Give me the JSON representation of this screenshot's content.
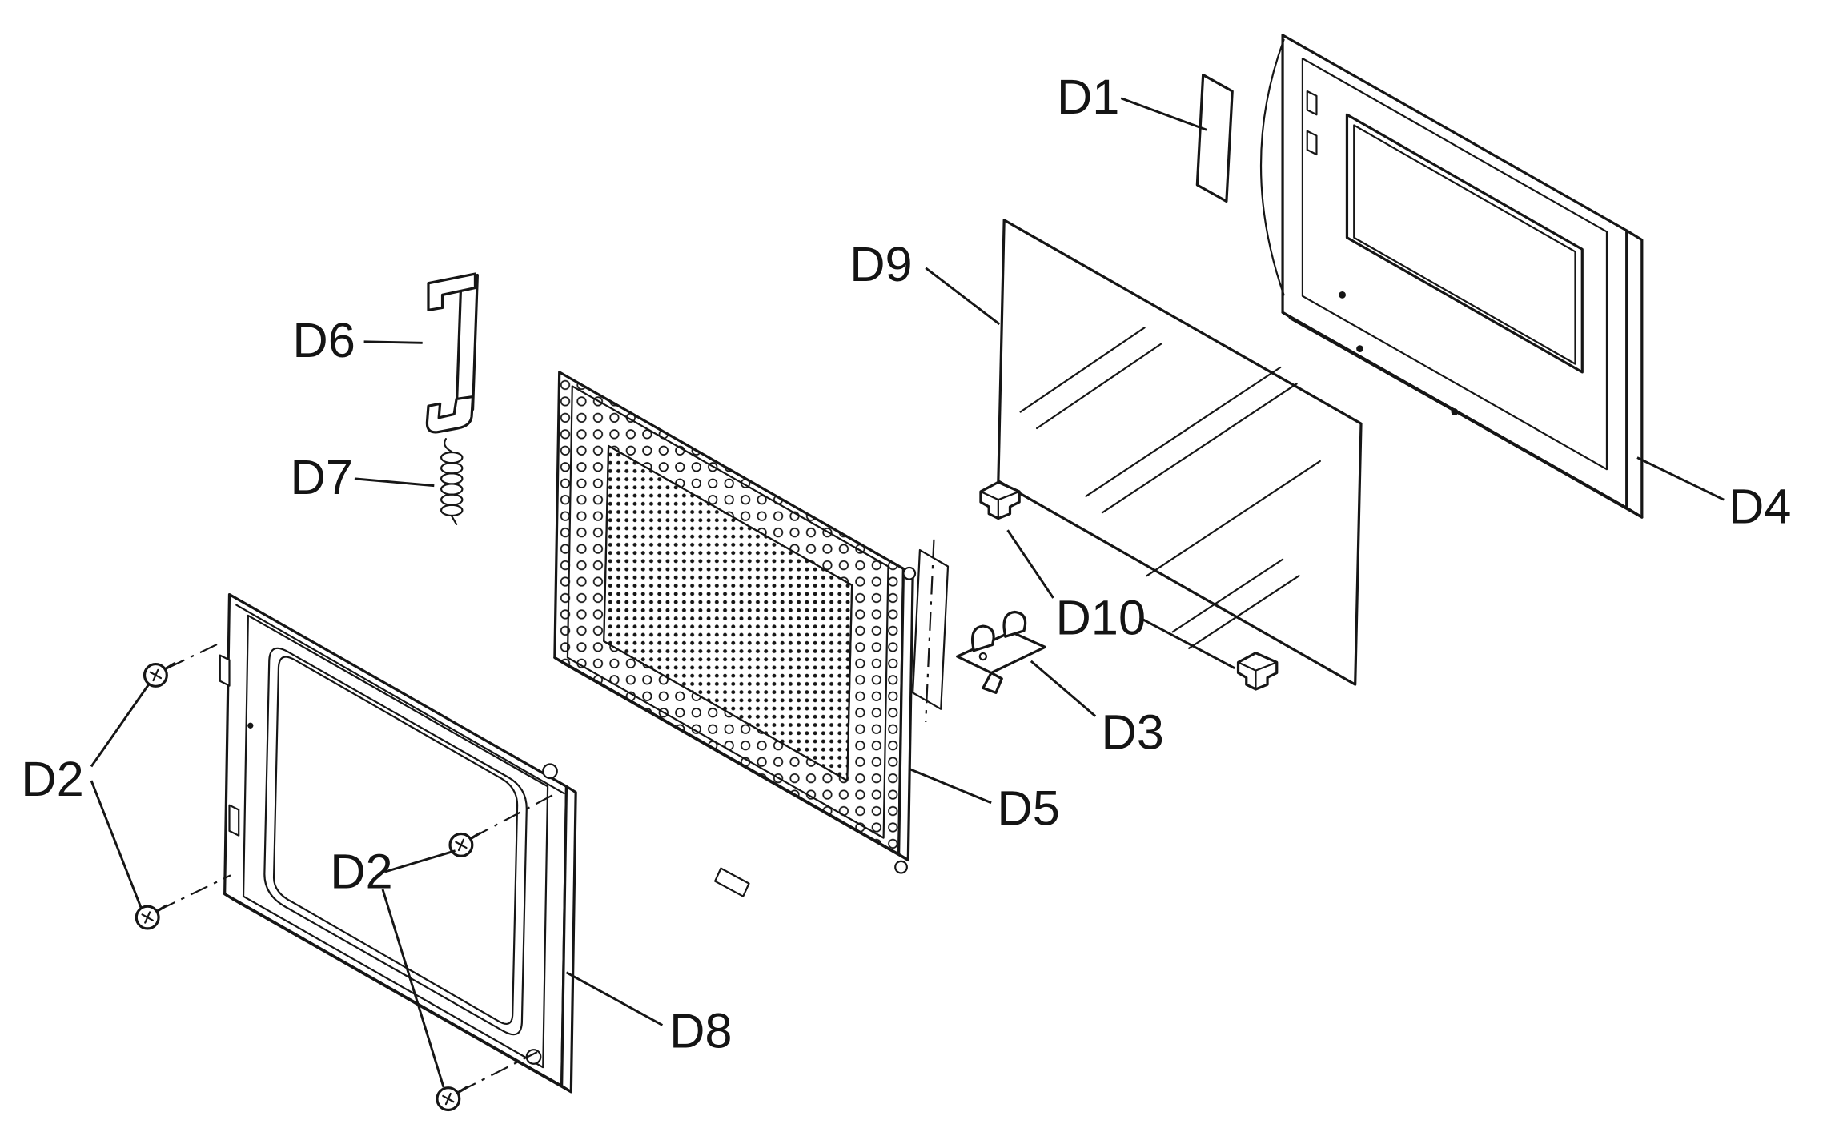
{
  "diagram": {
    "kind": "exploded-parts-diagram",
    "subject": "microwave-door-assembly",
    "background_color": "#ffffff",
    "line_color": "#161616",
    "labels": {
      "d1": "D1",
      "d2_left": "D2",
      "d2_mid": "D2",
      "d3": "D3",
      "d4": "D4",
      "d5": "D5",
      "d6": "D6",
      "d7": "D7",
      "d8": "D8",
      "d9": "D9",
      "d10": "D10"
    }
  }
}
